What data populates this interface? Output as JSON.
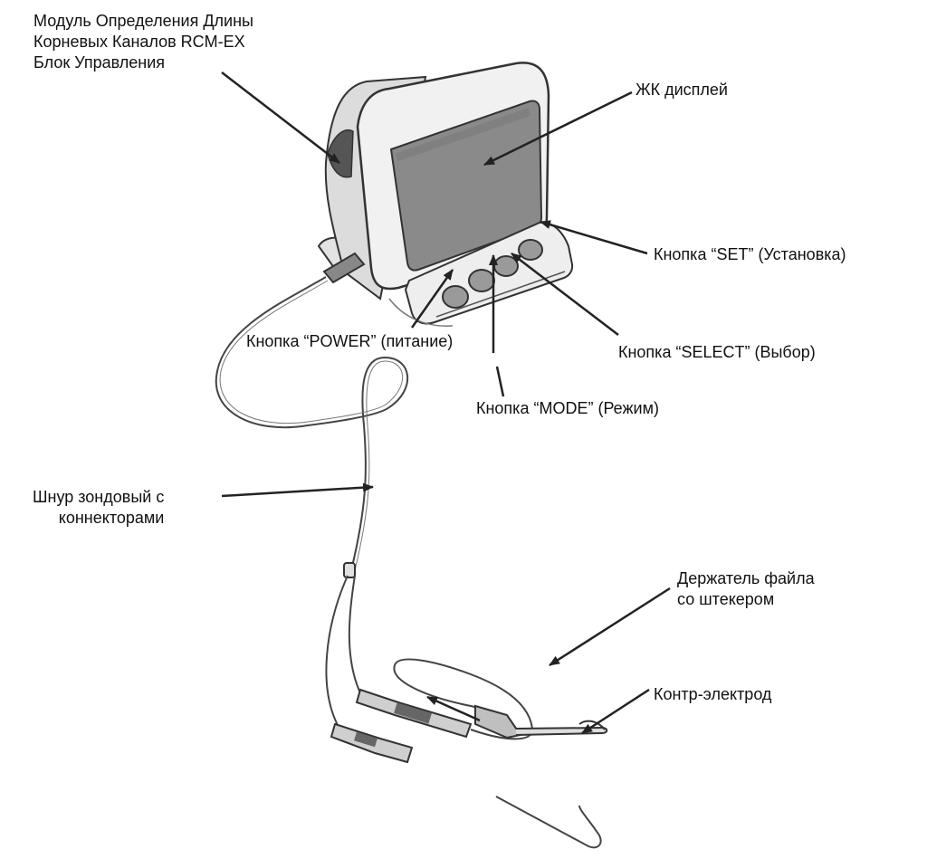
{
  "labels": {
    "control_unit": "Модуль Определения Длины\nКорневых Каналов RCM-EX\nБлок Управления",
    "lcd": "ЖК дисплей",
    "set_button": "Кнопка “SET” (Установка)",
    "power_button": "Кнопка “POWER” (питание)",
    "select_button": "Кнопка “SELECT” (Выбор)",
    "mode_button": "Кнопка “MODE” (Режим)",
    "probe_cord": "Шнур зондовый с\nконнекторами",
    "file_holder": "Держатель файла\nсо штекером",
    "counter_electrode": "Контр-электрод"
  },
  "colors": {
    "line": "#222222",
    "device_body": "#f1f1f1",
    "device_shade": "#cfcfcf",
    "screen": "#8a8a8a",
    "button": "#9a9a9a"
  }
}
